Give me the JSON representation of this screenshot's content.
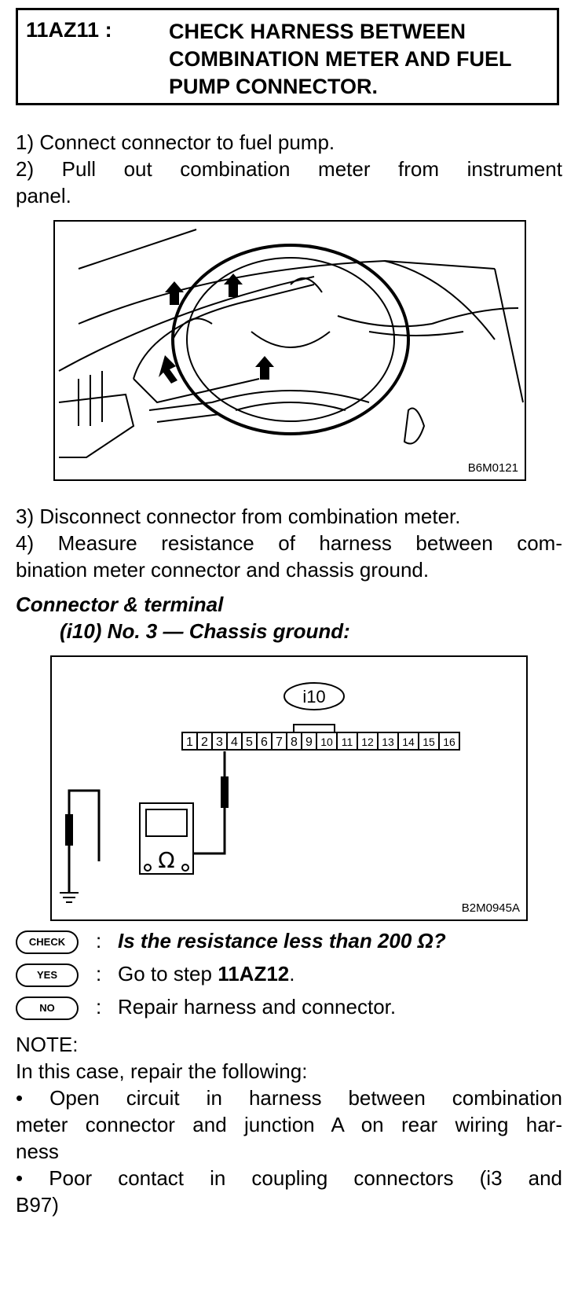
{
  "header": {
    "step_code": "11AZ11 :",
    "title_lines": [
      "CHECK HARNESS BETWEEN",
      "COMBINATION METER AND FUEL",
      "PUMP CONNECTOR."
    ]
  },
  "steps": {
    "s1": "1) Connect connector to fuel pump.",
    "s2a": "2) Pull out combination meter from instrument",
    "s2b": "panel.",
    "s3": "3) Disconnect connector from combination meter.",
    "s4a": "4) Measure resistance of harness between com-",
    "s4b": "bination meter connector and chassis ground."
  },
  "figure1": {
    "code": "B6M0121"
  },
  "connector_heading": {
    "line1": "Connector & terminal",
    "line2": "(i10) No. 3 — Chassis ground:"
  },
  "figure2": {
    "connector_label": "i10",
    "terminals": [
      "1",
      "2",
      "3",
      "4",
      "5",
      "6",
      "7",
      "8",
      "9",
      "10",
      "11",
      "12",
      "13",
      "14",
      "15",
      "16"
    ],
    "meter_symbol": "Ω",
    "code": "B2M0945A"
  },
  "check": {
    "check_badge": "CHECK",
    "yes_badge": "YES",
    "no_badge": "NO",
    "colon": ":",
    "question": "Is the resistance less than 200 Ω?",
    "yes_text": "Go to step ",
    "yes_step": "11AZ12",
    "yes_end": ".",
    "no_text": "Repair harness and connector."
  },
  "note": {
    "label": "NOTE:",
    "intro": "In this case, repair the following:",
    "b1a": "• Open circuit in harness between combination",
    "b1b": "meter connector and junction A on rear wiring har-",
    "b1c": "ness",
    "b2a": "• Poor contact in coupling connectors (i3 and",
    "b2b": "B97)"
  }
}
